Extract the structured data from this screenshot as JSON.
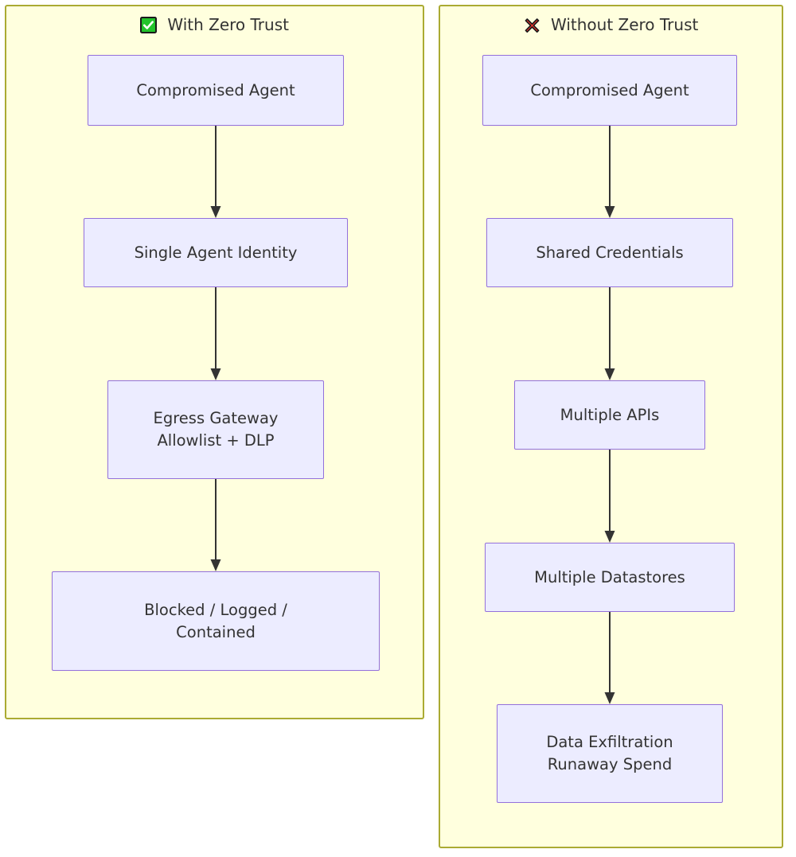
{
  "diagram": {
    "type": "flowchart",
    "title_bar": null,
    "background_color": "#ffffff",
    "subgraph_fill": "#ffffde",
    "subgraph_border": "#aaaa33",
    "node_fill": "#ececff",
    "node_border": "#9370db",
    "text_color": "#333333",
    "edge_color": "#333333"
  },
  "left_panel": {
    "title": "With Zero Trust",
    "icon": "white-check-mark-emoji",
    "icon_colors": {
      "box": "#22c32b",
      "check": "#ffffff",
      "outline": "#1a1a1a"
    },
    "nodes": [
      {
        "id": "lt1",
        "label": "Compromised Agent"
      },
      {
        "id": "lt2",
        "label": "Single Agent Identity"
      },
      {
        "id": "lt3",
        "label": "Egress Gateway\nAllowlist + DLP"
      },
      {
        "id": "lt4",
        "label": "Blocked / Logged /\nContained"
      }
    ],
    "edges": [
      {
        "from": "lt1",
        "to": "lt2"
      },
      {
        "from": "lt2",
        "to": "lt3"
      },
      {
        "from": "lt3",
        "to": "lt4"
      }
    ]
  },
  "right_panel": {
    "title": "Without Zero Trust",
    "icon": "cross-mark-emoji",
    "icon_colors": {
      "mark": "#e8342a",
      "outline": "#1a1a1a"
    },
    "nodes": [
      {
        "id": "rt1",
        "label": "Compromised Agent"
      },
      {
        "id": "rt2",
        "label": "Shared Credentials"
      },
      {
        "id": "rt3",
        "label": "Multiple APIs"
      },
      {
        "id": "rt4",
        "label": "Multiple Datastores"
      },
      {
        "id": "rt5",
        "label": "Data Exfiltration\nRunaway Spend"
      }
    ],
    "edges": [
      {
        "from": "rt1",
        "to": "rt2"
      },
      {
        "from": "rt2",
        "to": "rt3"
      },
      {
        "from": "rt3",
        "to": "rt4"
      },
      {
        "from": "rt4",
        "to": "rt5"
      }
    ]
  }
}
